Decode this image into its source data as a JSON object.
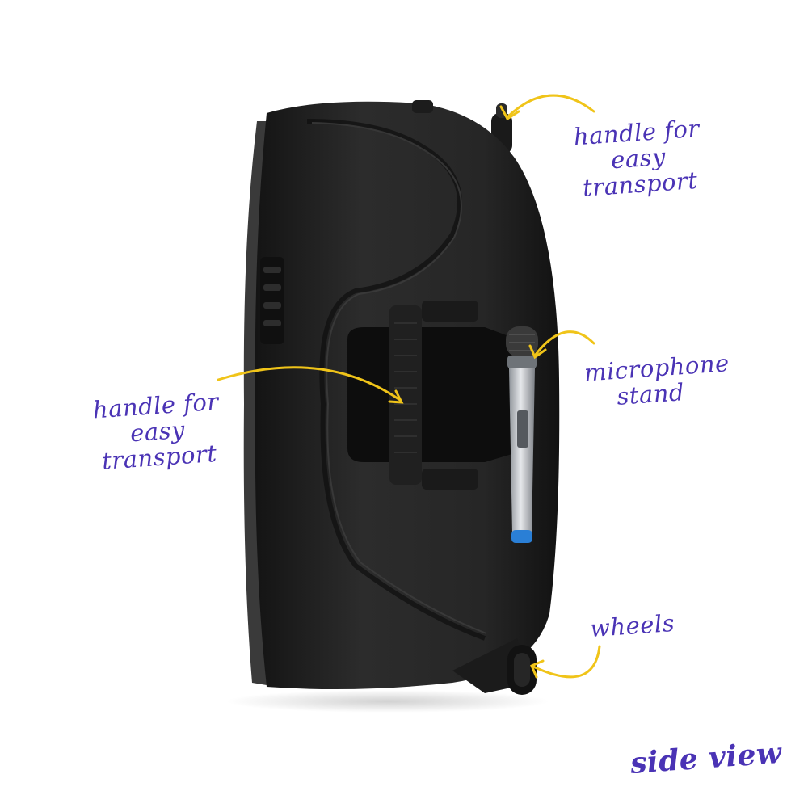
{
  "annotations": {
    "top_handle": "handle for\neasy transport",
    "side_handle": "handle for\neasy transport",
    "microphone": "microphone\nstand",
    "wheels": "wheels",
    "view": "side view"
  },
  "colors": {
    "annotation_text": "#4a33b5",
    "arrow": "#f0c419",
    "speaker_body": "#1e1e1e",
    "mic_body": "#b8bcc2",
    "mic_ring": "#2a7fd6"
  }
}
